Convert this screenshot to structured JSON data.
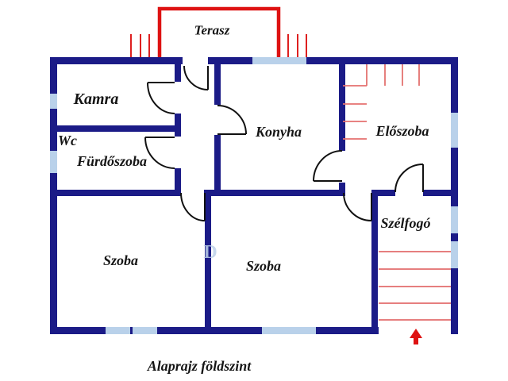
{
  "plan": {
    "caption": "Alaprajz földszint",
    "rooms": {
      "terasz": "Terasz",
      "kamra": "Kamra",
      "wc": "Wc",
      "furdoszoba": "Fürdőszoba",
      "konyha": "Konyha",
      "eloszoba": "Előszoba",
      "szelfogo": "Szélfogó",
      "szoba1": "Szoba",
      "szoba2": "Szoba"
    },
    "watermark": "D",
    "stairs": {
      "step_line_count": 5,
      "entry_direction": "up"
    },
    "colors": {
      "wall": "#1b1b87",
      "window": "#b9d1ea",
      "terrace_outline": "#de1212",
      "step_hatch": "#de2020",
      "fixture_lines": "#e4716f",
      "stair_lines": "#dd5555",
      "entry_arrow": "#de1212",
      "door_arc": "#111111",
      "label_text": "#151515",
      "background": "#ffffff"
    }
  }
}
